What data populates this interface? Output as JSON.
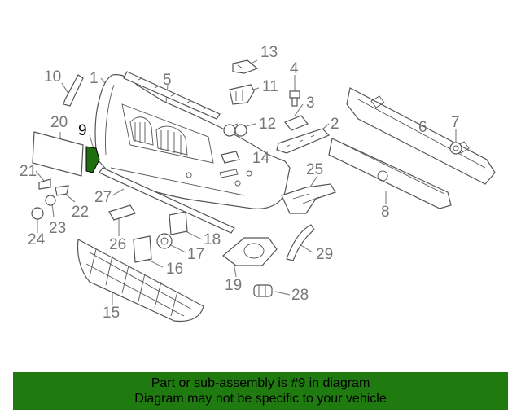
{
  "diagram": {
    "callouts": [
      {
        "id": "callout-1",
        "text": "1"
      },
      {
        "id": "callout-2",
        "text": "2"
      },
      {
        "id": "callout-3",
        "text": "3"
      },
      {
        "id": "callout-4",
        "text": "4"
      },
      {
        "id": "callout-5",
        "text": "5"
      },
      {
        "id": "callout-6",
        "text": "6"
      },
      {
        "id": "callout-7",
        "text": "7"
      },
      {
        "id": "callout-8",
        "text": "8"
      },
      {
        "id": "callout-9",
        "text": "9",
        "highlighted": true
      },
      {
        "id": "callout-10",
        "text": "10"
      },
      {
        "id": "callout-11",
        "text": "11"
      },
      {
        "id": "callout-12",
        "text": "12"
      },
      {
        "id": "callout-13",
        "text": "13"
      },
      {
        "id": "callout-14",
        "text": "14"
      },
      {
        "id": "callout-15",
        "text": "15"
      },
      {
        "id": "callout-16",
        "text": "16"
      },
      {
        "id": "callout-17",
        "text": "17"
      },
      {
        "id": "callout-18",
        "text": "18"
      },
      {
        "id": "callout-19",
        "text": "19"
      },
      {
        "id": "callout-20",
        "text": "20"
      },
      {
        "id": "callout-21",
        "text": "21"
      },
      {
        "id": "callout-22",
        "text": "22"
      },
      {
        "id": "callout-23",
        "text": "23"
      },
      {
        "id": "callout-24",
        "text": "24"
      },
      {
        "id": "callout-25",
        "text": "25"
      },
      {
        "id": "callout-26",
        "text": "26"
      },
      {
        "id": "callout-27",
        "text": "27"
      },
      {
        "id": "callout-28",
        "text": "28"
      },
      {
        "id": "callout-29",
        "text": "29"
      }
    ],
    "highlight_color": "#1f6e10",
    "line_color": "#888888"
  },
  "banner": {
    "line1": "Part or sub-assembly is #9 in diagram",
    "line2": "Diagram may not be specific to your vehicle",
    "background": "#1f7a0f"
  }
}
